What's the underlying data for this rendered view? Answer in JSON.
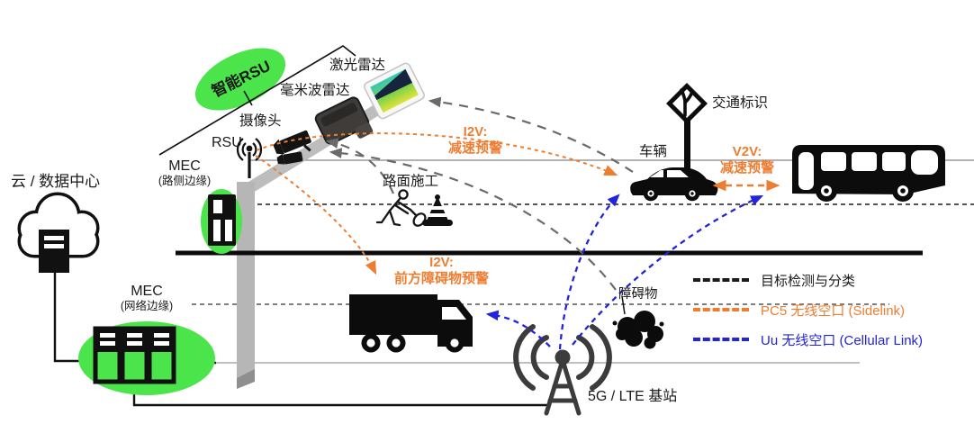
{
  "colors": {
    "green": "#4BE54B",
    "orange": "#ED7D31",
    "blue": "#2323DC",
    "detect_gray": "#6a6a6a"
  },
  "cloud": {
    "label": "云 / 数据中心"
  },
  "mec_roadside": {
    "title": "MEC",
    "subtitle": "(路侧边缘)"
  },
  "mec_network": {
    "title": "MEC",
    "subtitle": "(网络边缘)"
  },
  "smart_rsu": {
    "label": "智能RSU"
  },
  "sensors": {
    "lidar": "激光雷达",
    "mmwave": "毫米波雷达",
    "camera": "摄像头",
    "rsu": "RSU"
  },
  "road": {
    "construction": "路面施工",
    "obstacle": "障碍物",
    "traffic_sign": "交通标识",
    "vehicle": "车辆"
  },
  "base_station": {
    "label": "5G / LTE 基站"
  },
  "messages": {
    "i2v_slow": {
      "line1": "I2V:",
      "line2": "减速预警"
    },
    "v2v_slow": {
      "line1": "V2V:",
      "line2": "减速预警"
    },
    "i2v_obstacle": {
      "line1": "I2V:",
      "line2": "前方障碍物预警"
    }
  },
  "legend": {
    "items": [
      {
        "label": "目标检测与分类",
        "color": "#1a1a1a"
      },
      {
        "label": "PC5 无线空口 (Sidelink)",
        "color": "#ED7D31"
      },
      {
        "label": "Uu 无线空口 (Cellular Link)",
        "color": "#2323DC"
      }
    ]
  }
}
